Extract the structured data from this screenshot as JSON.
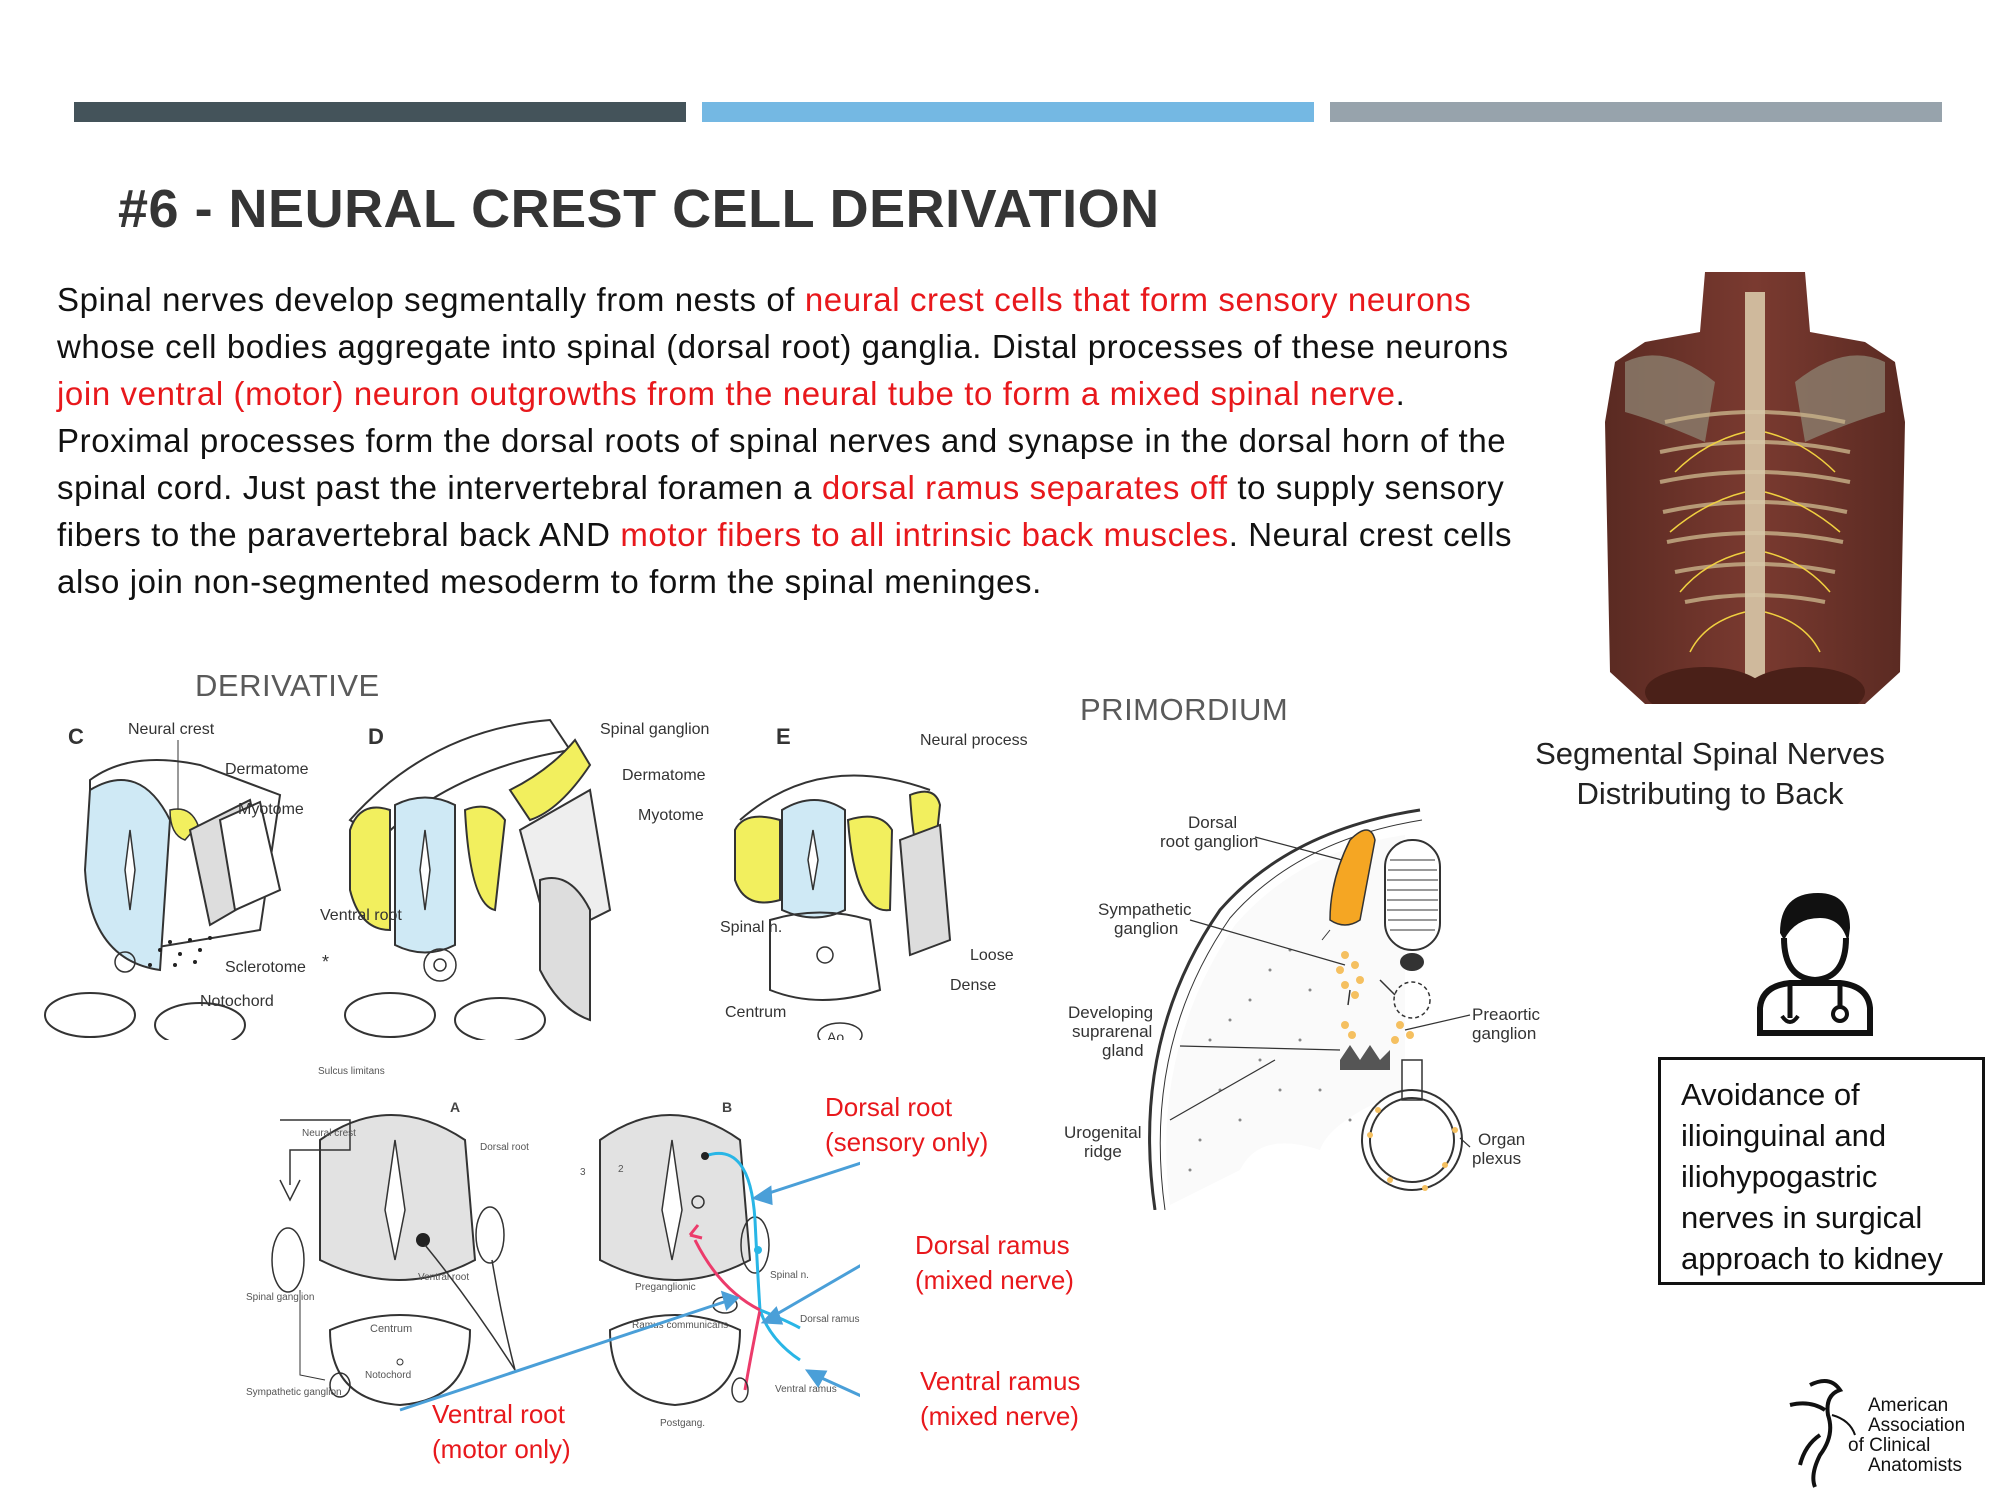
{
  "slide": {
    "title": "#6 - NEURAL CREST CELL DERIVATION",
    "paragraph": [
      {
        "text": "Spinal nerves develop segmentally from nests of ",
        "highlight": false
      },
      {
        "text": "neural crest cells that form sensory neurons",
        "highlight": true
      },
      {
        "text": " whose cell bodies aggregate into spinal (dorsal root) ganglia.  Distal processes of these neurons ",
        "highlight": false
      },
      {
        "text": "join ventral (motor) neuron outgrowths from the neural tube to form a mixed spinal nerve",
        "highlight": true
      },
      {
        "text": ". Proximal processes form the dorsal roots of spinal nerves and synapse in the dorsal horn of the spinal cord. Just past the intervertebral foramen a ",
        "highlight": false
      },
      {
        "text": "dorsal ramus separates off",
        "highlight": true
      },
      {
        "text": " to supply sensory fibers to the paravertebral back AND ",
        "highlight": false
      },
      {
        "text": "motor fibers to all intrinsic back muscles",
        "highlight": true
      },
      {
        "text": ".  Neural crest cells also join non-segmented mesoderm to form the spinal meninges.",
        "highlight": false
      }
    ],
    "section_labels": {
      "derivative": "DERIVATIVE",
      "primordium": "PRIMORDIUM"
    },
    "back_image_caption": "Segmental Spinal Nerves Distributing to Back",
    "note_box": "Avoidance of ilioinguinal and iliohypogastric nerves in surgical approach to kidney",
    "logo": {
      "line1": "American",
      "line2": "Association",
      "line3": "of Clinical",
      "line4": "Anatomists"
    },
    "colors": {
      "bar_dark": "#44535a",
      "bar_blue": "#74b8e3",
      "bar_gray": "#97a3ac",
      "highlight_red": "#e8181c",
      "cord_blue": "#cfe9f5",
      "ganglion_yellow": "#f2ef5e",
      "ganglion_orange": "#f5a623",
      "nerve_cyan": "#29b6e6",
      "nerve_pink": "#ec3b6b",
      "arrow_blue": "#4a9fd8"
    }
  },
  "derivative_figure": {
    "panel_letters": [
      "C",
      "D",
      "E"
    ],
    "labels": {
      "neural_crest": "Neural crest",
      "dermatome_c": "Dermatome",
      "myotome_c": "Myotome",
      "sclerotome": "Sclerotome",
      "notochord": "Notochord",
      "spinal_ganglion": "Spinal ganglion",
      "dermatome_d": "Dermatome",
      "myotome_d": "Myotome",
      "ventral_root": "Ventral root",
      "asterisk": "*",
      "neural_process": "Neural process",
      "spinal_n": "Spinal n.",
      "loose": "Loose",
      "dense": "Dense",
      "centrum": "Centrum",
      "ao": "Ao."
    }
  },
  "root_figure": {
    "panel_letters": [
      "A",
      "B"
    ],
    "labels": {
      "sulcus_limitans": "Sulcus limitans",
      "neural_crest": "Neural crest",
      "dorsal_root": "Dorsal root",
      "spinal_ganglion": "Spinal ganglion",
      "ventral_root": "Ventral root",
      "centrum_a": "Centrum",
      "notochord": "Notochord",
      "sympathetic_ganglion": "Sympathetic ganglion",
      "num_3": "3",
      "num_2": "2",
      "preganglionic": "Preganglionic",
      "spinal_n": "Spinal n.",
      "ramus_com": "Ramus communicans",
      "dorsal_ramus": "Dorsal ramus",
      "ventral_ramus": "Ventral ramus",
      "postgang": "Postgang."
    },
    "callouts": {
      "dorsal_root_1": "Dorsal root",
      "dorsal_root_2": "(sensory only)",
      "dorsal_ramus_1": "Dorsal ramus",
      "dorsal_ramus_2": "(mixed nerve)",
      "ventral_ramus_1": "Ventral ramus",
      "ventral_ramus_2": "(mixed nerve)",
      "ventral_root_1": "Ventral root",
      "ventral_root_2": "(motor only)"
    }
  },
  "primordium_figure": {
    "labels": {
      "dorsal_root_ganglion_1": "Dorsal",
      "dorsal_root_ganglion_2": "root ganglion",
      "sympathetic_1": "Sympathetic",
      "sympathetic_2": "ganglion",
      "suprarenal_1": "Developing",
      "suprarenal_2": "suprarenal",
      "suprarenal_3": "gland",
      "urogenital_1": "Urogenital",
      "urogenital_2": "ridge",
      "preaortic_1": "Preaortic",
      "preaortic_2": "ganglion",
      "organ_1": "Organ",
      "organ_2": "plexus"
    }
  }
}
